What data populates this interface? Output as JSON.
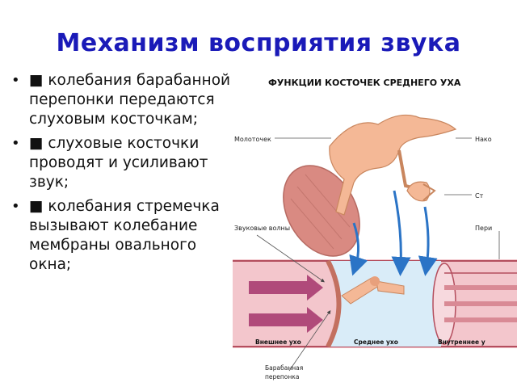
{
  "slide": {
    "title": "Механизм восприятия звука",
    "bullets": [
      "■ колебания барабанной перепонки передаются слуховым косточкам;",
      "■ слуховые косточки проводят и усиливают звук;",
      "■ колебания стремечка вызывают колебание мембраны овального окна;"
    ],
    "bullet_marker": "•"
  },
  "figure": {
    "heading": "ФУНКЦИИ КОСТОЧЕК СРЕДНЕГО УХА",
    "labels": {
      "malleus": "Молоточек",
      "incus": "Нако",
      "stapes": "Ст",
      "sound_waves": "Звуковые волны",
      "perilymph": "Пери",
      "outer_ear": "Внешнее ухо",
      "middle_ear": "Среднее ухо",
      "inner_ear": "Внутреннее у",
      "eardrum_line1": "Барабанная",
      "eardrum_line2": "перепонка"
    },
    "colors": {
      "bone": "#f4b896",
      "eardrum": "#d98a82",
      "canal": "#f3c6cc",
      "middle": "#d9ecf8",
      "arrow_blue": "#2b74c6",
      "arrow_magenta": "#b04a7a"
    }
  }
}
